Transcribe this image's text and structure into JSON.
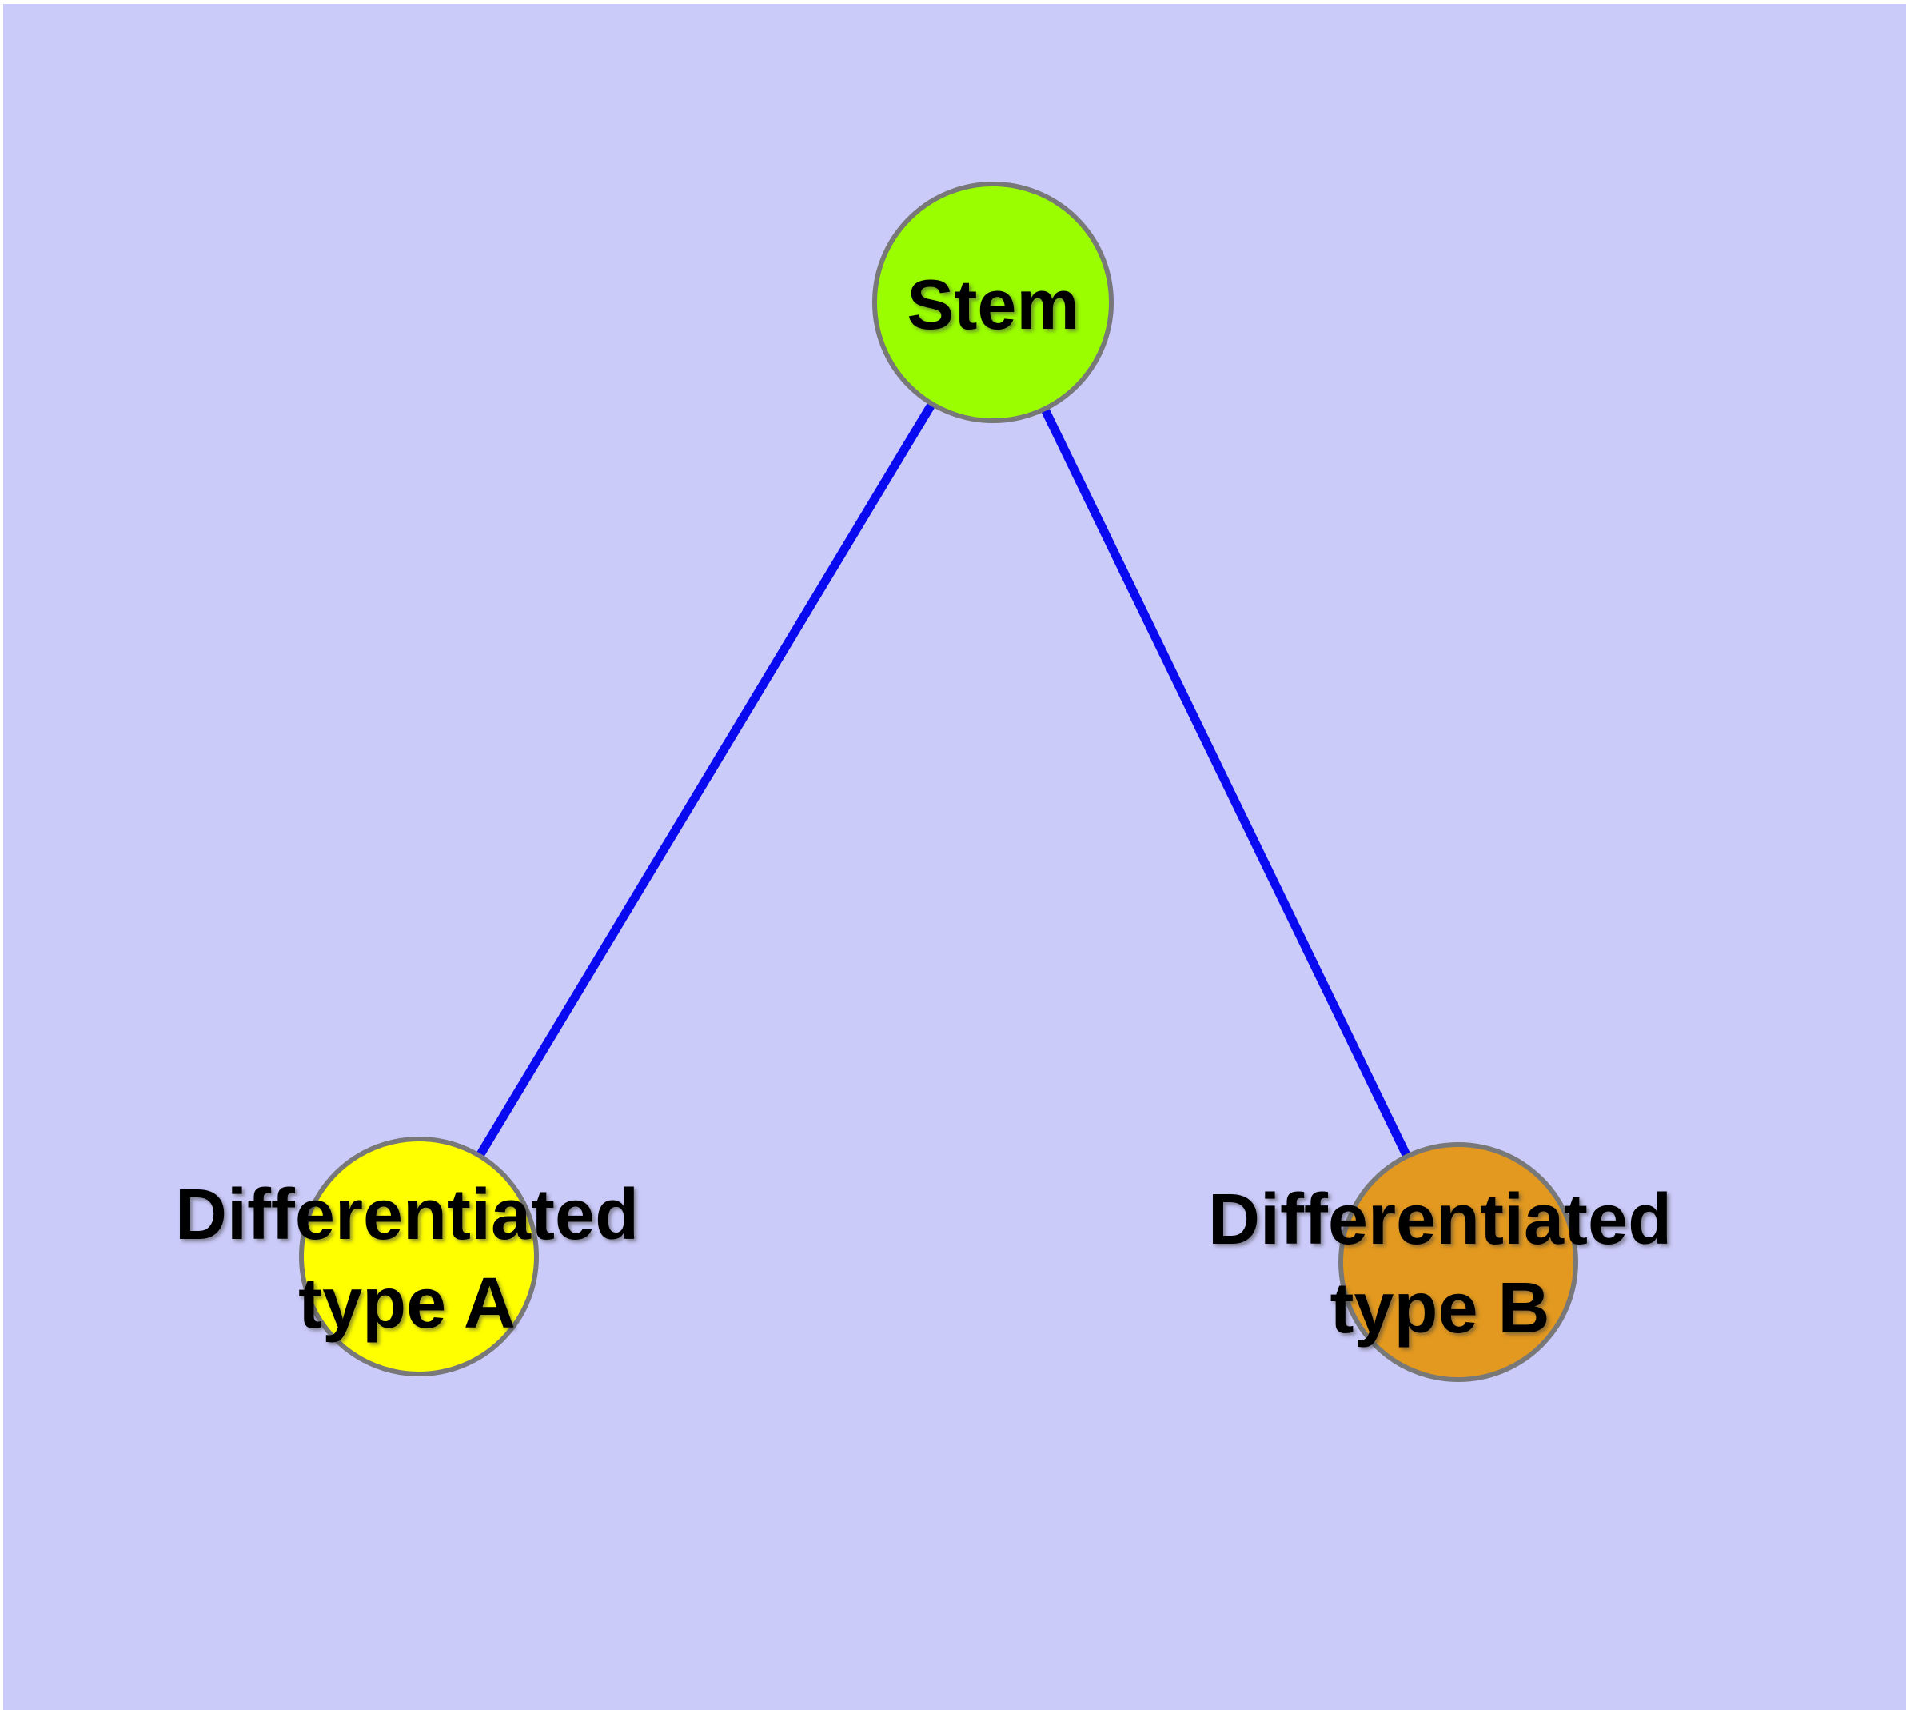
{
  "diagram": {
    "type": "node-link-graph",
    "background_color": "#CBCBFA",
    "margin_color": "#FFFFFF",
    "edge_color": "#0A0AF0",
    "node_border_color": "#787878",
    "label_color": "#000000",
    "nodes": [
      {
        "id": "stem",
        "label": "Stem",
        "fill": "#9AFE00"
      },
      {
        "id": "differentiated-type-a",
        "label_line1": "Differentiated",
        "label_line2": "type A",
        "fill": "#FFFF00"
      },
      {
        "id": "differentiated-type-b",
        "label_line1": "Differentiated",
        "label_line2": "type B",
        "fill": "#E3991F"
      }
    ],
    "edges": [
      {
        "from": "Stem",
        "to": "Differentiated type A"
      },
      {
        "from": "Stem",
        "to": "Differentiated type B"
      }
    ]
  }
}
